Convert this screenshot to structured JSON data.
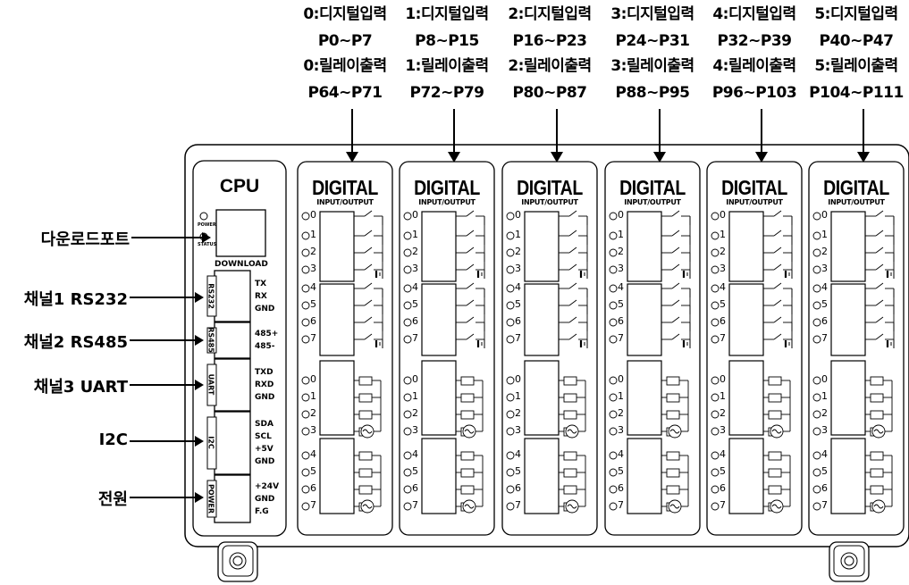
{
  "modules": [
    {
      "input_label": "0:디지털입력",
      "input_range": "P0~P7",
      "output_label": "0:릴레이출력",
      "output_range": "P64~P71",
      "title": "DIGITAL",
      "subtitle": "INPUT/OUTPUT"
    },
    {
      "input_label": "1:디지털입력",
      "input_range": "P8~P15",
      "output_label": "1:릴레이출력",
      "output_range": "P72~P79",
      "title": "DIGITAL",
      "subtitle": "INPUT/OUTPUT"
    },
    {
      "input_label": "2:디지털입력",
      "input_range": "P16~P23",
      "output_label": "2:릴레이출력",
      "output_range": "P80~P87",
      "title": "DIGITAL",
      "subtitle": "INPUT/OUTPUT"
    },
    {
      "input_label": "3:디지털입력",
      "input_range": "P24~P31",
      "output_label": "3:릴레이출력",
      "output_range": "P88~P95",
      "title": "DIGITAL",
      "subtitle": "INPUT/OUTPUT"
    },
    {
      "input_label": "4:디지털입력",
      "input_range": "P32~P39",
      "output_label": "4:릴레이출력",
      "output_range": "P96~P103",
      "title": "DIGITAL",
      "subtitle": "INPUT/OUTPUT"
    },
    {
      "input_label": "5:디지털입력",
      "input_range": "P40~P47",
      "output_label": "5:릴레이출력",
      "output_range": "P104~P111",
      "title": "DIGITAL",
      "subtitle": "INPUT/OUTPUT"
    }
  ],
  "channels": [
    "0",
    "1",
    "2",
    "3",
    "4",
    "5",
    "6",
    "7"
  ],
  "cpu": {
    "title": "CPU",
    "power_led": "POWER",
    "status_led": "STATUS",
    "download": "DOWNLOAD",
    "ports": [
      {
        "name": "RS232",
        "pins": [
          "TX",
          "RX",
          "GND"
        ]
      },
      {
        "name": "RS485",
        "pins": [
          "485+",
          "485-"
        ]
      },
      {
        "name": "UART",
        "pins": [
          "TXD",
          "RXD",
          "GND"
        ]
      },
      {
        "name": "I2C",
        "pins": [
          "SDA",
          "SCL",
          "+5V",
          "GND"
        ]
      },
      {
        "name": "POWER",
        "pins": [
          "+24V",
          "GND",
          "F.G"
        ]
      }
    ]
  },
  "callouts": [
    "다운로드포트",
    "채널1  RS232",
    "채널2  RS485",
    "채널3  UART",
    "I2C",
    "전원"
  ]
}
